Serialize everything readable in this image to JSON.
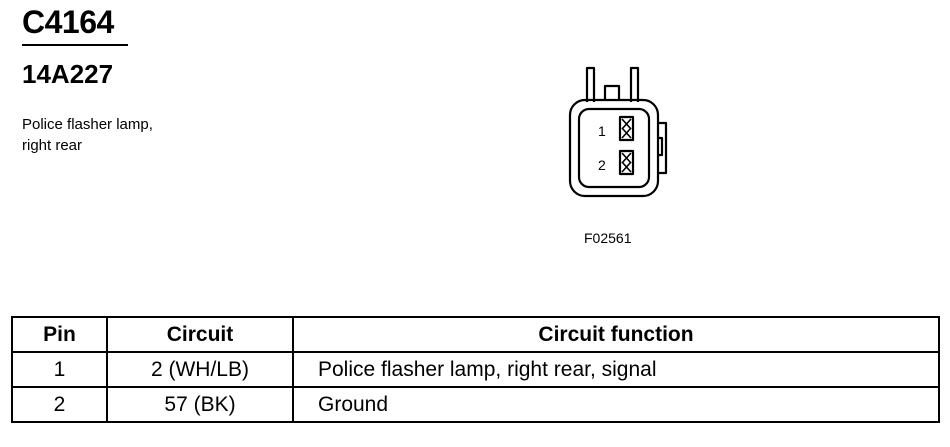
{
  "connector": {
    "id": "C4164",
    "part_number": "14A227",
    "description_lines": [
      "Police flasher lamp,",
      "right rear"
    ],
    "figure_code": "F02561",
    "pin_labels": [
      "1",
      "2"
    ]
  },
  "table": {
    "headers": {
      "pin": "Pin",
      "circuit": "Circuit",
      "function": "Circuit function"
    },
    "rows": [
      {
        "pin": "1",
        "circuit": "2 (WH/LB)",
        "function": "Police flasher lamp, right rear, signal"
      },
      {
        "pin": "2",
        "circuit": "57 (BK)",
        "function": "Ground"
      }
    ]
  }
}
